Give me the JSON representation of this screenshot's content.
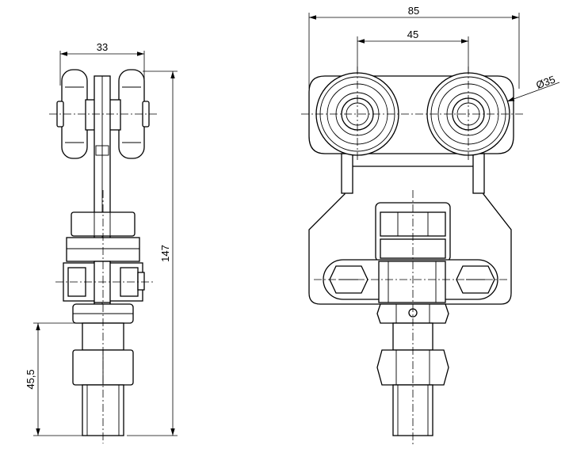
{
  "dimensions": {
    "side_width": "33",
    "side_height": "147",
    "side_bottom": "45,5",
    "front_width": "85",
    "front_center_distance": "45",
    "wheel_diameter": "Ø35"
  },
  "colors": {
    "line": "#000000",
    "background": "#ffffff"
  }
}
